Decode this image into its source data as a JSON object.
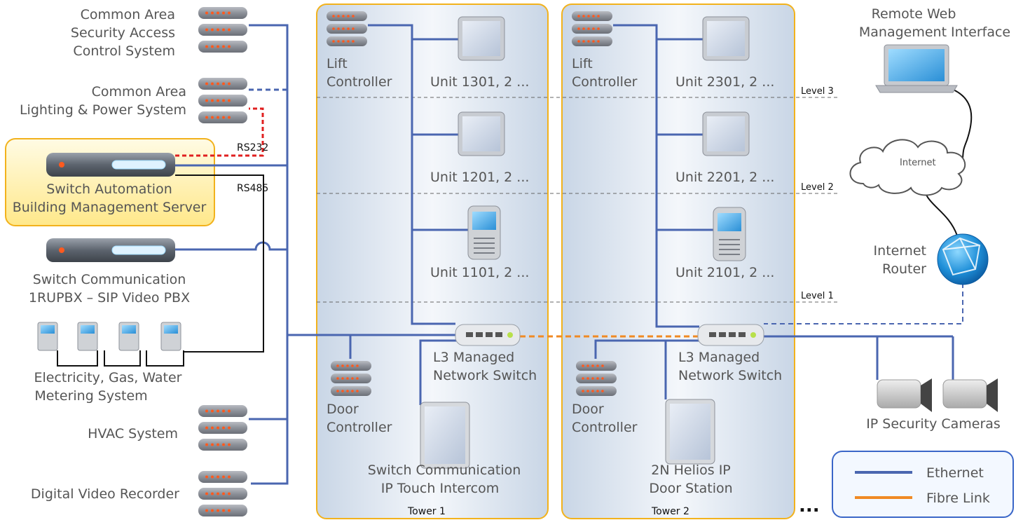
{
  "colors": {
    "ethernet": "#4a66b0",
    "fibre": "#f08a24",
    "serial": "#e02020",
    "generic": "#111111",
    "tower_border": "#f2b21c",
    "highlight_fill": "#fff2b0",
    "legend_border": "#3a66c8"
  },
  "left": {
    "access_control": [
      "Common Area",
      "Security Access",
      "Control System"
    ],
    "lighting": [
      "Common Area",
      "Lighting & Power System"
    ],
    "rs232": "RS232",
    "rs485": "RS485",
    "server": [
      "Switch Automation",
      "Building Management Server"
    ],
    "pbx": [
      "Switch Communication",
      "1RUPBX – SIP Video PBX"
    ],
    "metering": [
      "Electricity, Gas, Water",
      "Metering System"
    ],
    "hvac": "HVAC System",
    "dvr": "Digital Video Recorder"
  },
  "tower1": {
    "name": "Tower 1",
    "lift": [
      "Lift",
      "Controller"
    ],
    "units": [
      "Unit 1301, 2 ...",
      "Unit 1201, 2 ...",
      "Unit 1101, 2 ..."
    ],
    "switch": [
      "L3 Managed",
      "Network Switch"
    ],
    "door": [
      "Door",
      "Controller"
    ],
    "intercom": [
      "Switch Communication",
      "IP Touch Intercom"
    ]
  },
  "tower2": {
    "name": "Tower 2",
    "lift": [
      "Lift",
      "Controller"
    ],
    "units": [
      "Unit 2301, 2 ...",
      "Unit 2201, 2 ...",
      "Unit 2101, 2 ..."
    ],
    "switch": [
      "L3 Managed",
      "Network Switch"
    ],
    "door": [
      "Door",
      "Controller"
    ],
    "station": [
      "2N Helios IP",
      "Door Station"
    ]
  },
  "levels": [
    "Level 3",
    "Level 2",
    "Level 1"
  ],
  "right": {
    "remote": [
      "Remote Web",
      "Management Interface"
    ],
    "internet": "Internet",
    "router": [
      "Internet",
      "Router"
    ],
    "cameras": "IP Security Cameras",
    "ellipsis": "..."
  },
  "legend": {
    "ethernet": "Ethernet",
    "fibre": "Fibre Link"
  }
}
